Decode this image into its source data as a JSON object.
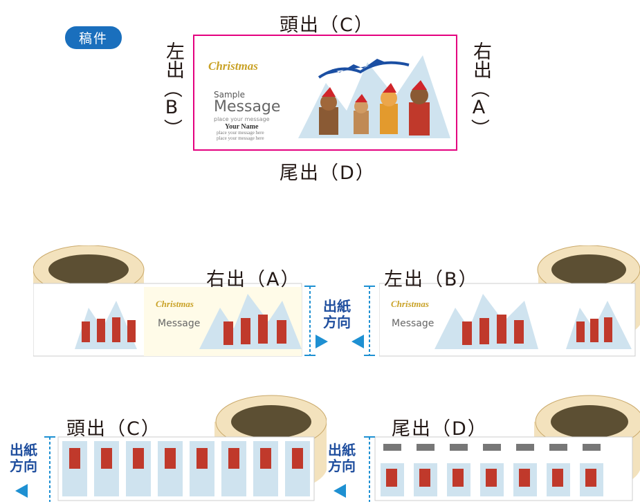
{
  "badge": "稿件",
  "labels": {
    "head": "頭出（C）",
    "tail": "尾出（D）",
    "right": "右出",
    "right_paren": "（",
    "right_letter": "A",
    "right_close": "）",
    "left": "左出",
    "left_paren": "（",
    "left_letter": "B",
    "left_close": "）"
  },
  "rolls": {
    "right_out": "右出（A）",
    "left_out": "左出（B）",
    "head_out": "頭出（C）",
    "tail_out": "尾出（D）"
  },
  "feed_direction": "出紙方向",
  "card": {
    "brand": "Christmas",
    "sample": "Sample",
    "message": "Message",
    "place": "place your message",
    "your_name": "Your Name",
    "line1": "place your message here",
    "line2": "place your message here"
  },
  "colors": {
    "accent": "#1a6fbd",
    "magenta": "#e4007f",
    "roll_cream": "#f3e2bd",
    "roll_dark": "#5c4f33",
    "arrow": "#1e90d2"
  }
}
